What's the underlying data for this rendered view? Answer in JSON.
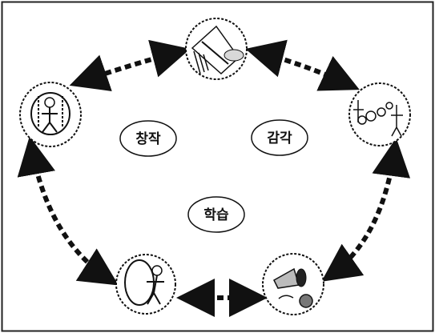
{
  "diagram": {
    "center_labels": {
      "creation": "창작",
      "sense": "감각",
      "learning": "학습"
    },
    "nodes": [
      {
        "id": "top",
        "icon": "racket-sports-icon"
      },
      {
        "id": "upper-left",
        "icon": "hoop-jump-icon"
      },
      {
        "id": "upper-right",
        "icon": "balloon-figures-icon"
      },
      {
        "id": "lower-left",
        "icon": "hoop-spin-icon"
      },
      {
        "id": "lower-right",
        "icon": "megaphone-ball-icon"
      }
    ],
    "connections": [
      [
        "top",
        "upper-left"
      ],
      [
        "top",
        "upper-right"
      ],
      [
        "upper-left",
        "lower-left"
      ],
      [
        "upper-right",
        "lower-right"
      ],
      [
        "lower-left",
        "lower-right"
      ]
    ],
    "colors": {
      "stroke": "#111111",
      "background": "#ffffff"
    }
  }
}
